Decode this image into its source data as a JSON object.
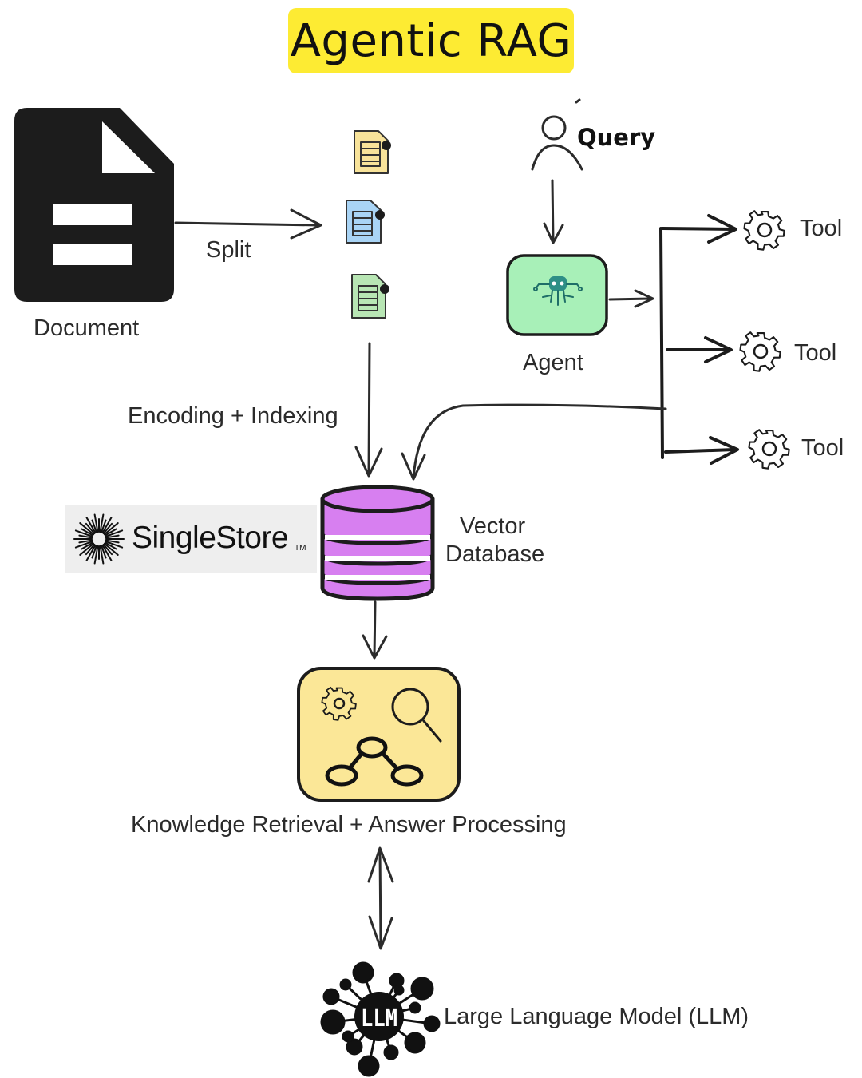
{
  "title": "Agentic RAG",
  "nodes": {
    "document": "Document",
    "query": "Query",
    "agent": "Agent",
    "tools": [
      "Tool",
      "Tool",
      "Tool"
    ],
    "vector_database": [
      "Vector",
      "Database"
    ],
    "retrieval": "Knowledge Retrieval + Answer Processing",
    "llm": "Large Language Model (LLM)",
    "llm_badge": "LLM"
  },
  "edges": {
    "split": "Split",
    "encoding": "Encoding + Indexing"
  },
  "logo": {
    "name": "SingleStore",
    "trademark": "TM"
  },
  "icons": [
    "document-icon",
    "chunk-file-icon",
    "user-icon",
    "robot-icon",
    "gear-icon",
    "database-icon",
    "magnifier-icon",
    "graph-icon",
    "llm-network-icon"
  ],
  "colors": {
    "title_bg": "#fdeb33",
    "agent_fill": "#a8f0b8",
    "database_fill": "#d77ff0",
    "retrieval_fill": "#fbe797",
    "chunk_yellow": "#f8e39a",
    "chunk_blue": "#a9d4f5",
    "chunk_green": "#b8e6b4"
  }
}
